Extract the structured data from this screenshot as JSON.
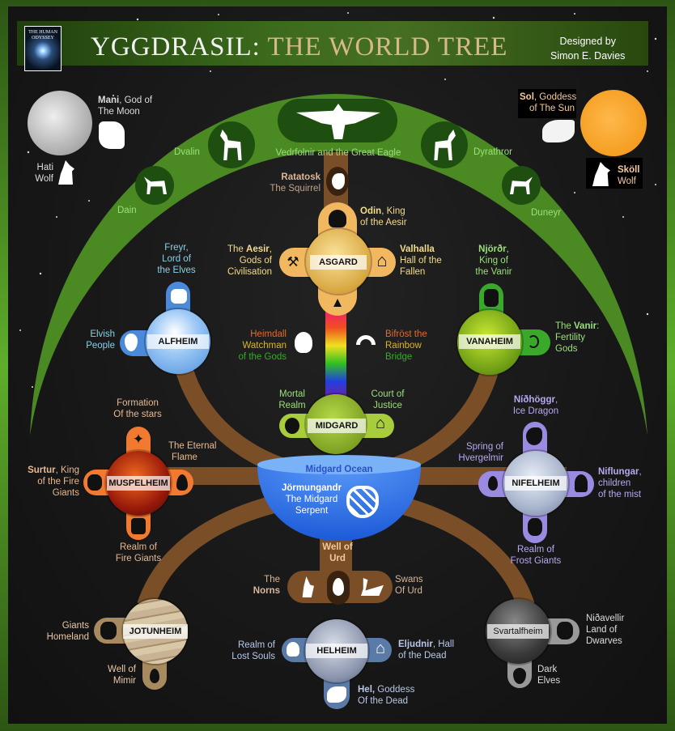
{
  "header": {
    "logo_text": "THE HUMAN ODYSSEY",
    "title_part1": "YGGDRASIL:",
    "title_part2": "THE WORLD TREE",
    "credit_line1": "Designed by",
    "credit_line2": "Simon E. Davies"
  },
  "colors": {
    "frame_green": "#5eae2a",
    "canopy_green": "#4b8a22",
    "deer_circle": "#1f4f10",
    "trunk_brown": "#7a4f28",
    "asgard": "#f2b860",
    "alfheim": "#4a8ad8",
    "vanaheim": "#3aa82a",
    "midgard": "#a8cc3c",
    "muspelheim": "#f27a30",
    "nifelheim": "#9a8ae0",
    "helheim": "#5a7aa8",
    "jotunheim": "#a88a60",
    "svartalfheim": "#999999",
    "ocean": "#3a7ae8"
  },
  "sky": {
    "moon": {
      "name": "Mani",
      "desc_l1": ", God of",
      "desc_l2": "The Moon",
      "wolf_l1": "Hati",
      "wolf_l2": "Wolf"
    },
    "sun": {
      "name": "Sol",
      "desc_l1": ", Goddess",
      "desc_l2": "of The Sun",
      "wolf_l1": "Sköll",
      "wolf_l2": "Wolf"
    }
  },
  "canopy": {
    "eagle": "Vedrfolnir and the Great Eagle",
    "stags": [
      "Dain",
      "Dvalin",
      "Dyrathror",
      "Duneyr"
    ]
  },
  "trunk": {
    "ratatosk_name": "Ratatosk",
    "ratatosk_desc": "The Squirrel",
    "heimdall_l1": "Heimdall",
    "heimdall_l2": "Watchman",
    "heimdall_l3": "of the Gods",
    "bifrost_l1": "Bifröst the",
    "bifrost_l2": "Rainbow",
    "bifrost_l3": "Bridge"
  },
  "realms": {
    "asgard": {
      "name": "ASGARD",
      "top_bold": "Odin",
      "top_l1": ", King",
      "top_l2": "of the Aesir",
      "left_l1_pre": "The ",
      "left_bold": "Aesir",
      "left_l1_post": ",",
      "left_l2": "Gods of",
      "left_l3": "Civilisation",
      "right_bold": "Valhalla",
      "right_l2": "Hall of the",
      "right_l3": "Fallen"
    },
    "alfheim": {
      "name": "ALFHEIM",
      "top_l1": "Freyr,",
      "top_l2": "Lord of",
      "top_l3": "the Elves",
      "left_l1": "Elvish",
      "left_l2": "People"
    },
    "vanaheim": {
      "name": "VANAHEIM",
      "top_bold": "Njörðr",
      "top_l1": ",",
      "top_l2": "King of",
      "top_l3": "the Vanir",
      "right_l1_pre": "The ",
      "right_bold": "Vanir",
      "right_l1_post": ":",
      "right_l2": "Fertility",
      "right_l3": "Gods"
    },
    "midgard": {
      "name": "MIDGARD",
      "left_l1": "Mortal",
      "left_l2": "Realm",
      "right_l1": "Court of",
      "right_l2": "Justice",
      "ocean": "Midgard Ocean",
      "serpent_name": "Jörmungandr",
      "serpent_l2": "The Midgard",
      "serpent_l3": "Serpent"
    },
    "muspelheim": {
      "name": "MUSPELHEIM",
      "top_l1": "Formation",
      "top_l2": "Of the stars",
      "right_l1": "The Eternal",
      "right_l2": "Flame",
      "left_bold": "Surtur",
      "left_l1": ", King",
      "left_l2": "of the Fire",
      "left_l3": "Giants",
      "bottom_l1": "Realm of",
      "bottom_l2": "Fire Giants"
    },
    "nifelheim": {
      "name": "NIFELHEIM",
      "top_bold": "Níðhöggr",
      "top_l1": ",",
      "top_l2": "Ice Dragon",
      "left_l1": "Spring of",
      "left_l2": "Hvergelmir",
      "right_bold": "Niflungar",
      "right_l1": ",",
      "right_l2": "children",
      "right_l3": "of the mist",
      "bottom_l1": "Realm of",
      "bottom_l2": "Frost Giants"
    },
    "urd": {
      "top_l1": "Well of",
      "top_l2": "Urd",
      "left_l1": "The",
      "left_bold": "Norns",
      "right_l1": "Swans",
      "right_l2": "Of Urd"
    },
    "helheim": {
      "name": "HELHEIM",
      "left_l1": "Realm of",
      "left_l2": "Lost Souls",
      "right_bold": "Eljudnir",
      "right_l1": ", Hall",
      "right_l2": "of the Dead",
      "bottom_bold": "Hel,",
      "bottom_l1": " Goddess",
      "bottom_l2": "Of the Dead"
    },
    "jotunheim": {
      "name": "JOTUNHEIM",
      "left_l1": "Giants",
      "left_l2": "Homeland",
      "bottom_l1": "Well of",
      "bottom_l2": "Mimir"
    },
    "svartalfheim": {
      "name": "Svartalfheim",
      "right_l1": "Niðavellir",
      "right_l2": "Land of",
      "right_l3": "Dwarves",
      "bottom_l1": "Dark",
      "bottom_l2": "Elves"
    }
  },
  "icons": {
    "moon_face": "☻",
    "wolf": "🐺",
    "stag": "🦌",
    "eagle": "🦅",
    "squirrel": "❦",
    "viking_helmet": "☗",
    "hammers": "⚒",
    "house": "⌂",
    "triangle": "▲",
    "arch": "◠",
    "elf_face": "☺",
    "noose": "⟲",
    "stars": "✦",
    "flame": "🔥",
    "demon": "☠",
    "drop": "💧",
    "dragon": "🐉",
    "ghost": "👻",
    "skull": "💀",
    "swan": "🦢",
    "witch": "🧙",
    "serpent": "🐍"
  }
}
